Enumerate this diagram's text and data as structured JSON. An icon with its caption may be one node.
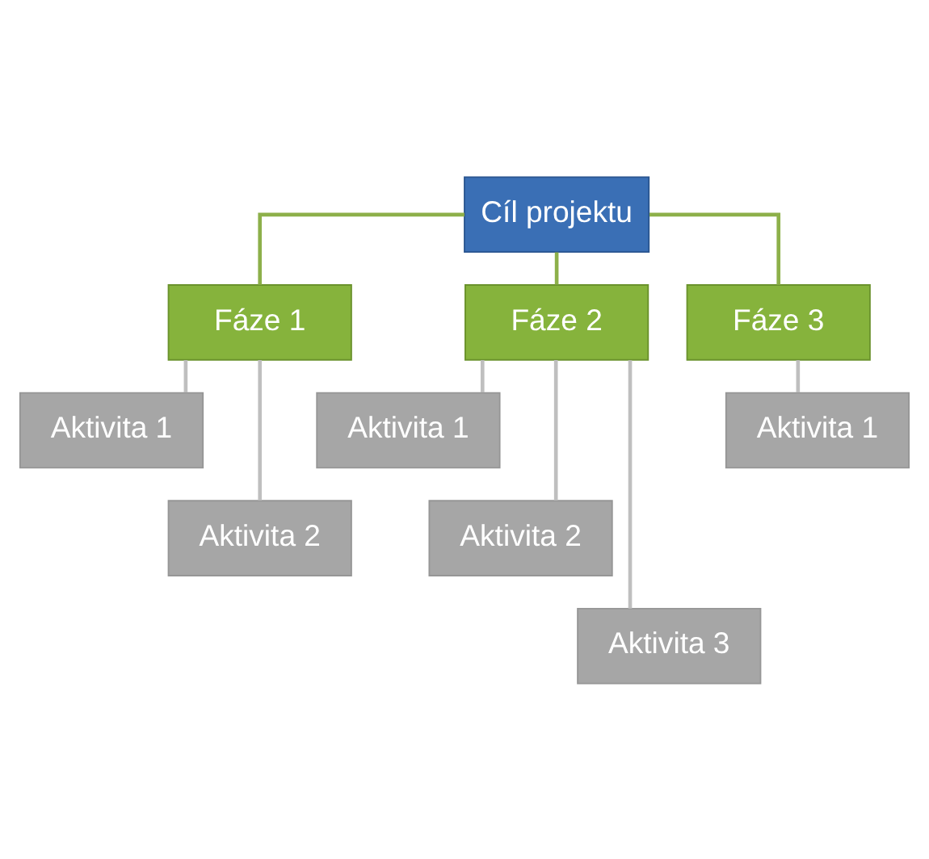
{
  "diagram": {
    "nodes": [
      {
        "text": [
          "Cíl projektu"
        ]
      },
      {
        "text": [
          "Fáze 1"
        ]
      },
      {
        "text": [
          "Fáze 2"
        ]
      },
      {
        "text": [
          "Fáze 3"
        ]
      },
      {
        "text": [
          "Aktivita 1"
        ]
      },
      {
        "text": [
          "Aktivita 2"
        ]
      },
      {
        "text": [
          "Aktivita 1"
        ]
      },
      {
        "text": [
          "Aktivita 2"
        ]
      },
      {
        "text": [
          "Aktivita 3"
        ]
      },
      {
        "text": [
          "Aktivita 1"
        ]
      }
    ],
    "edges": [
      {
        "from": 0,
        "to": 1,
        "arrow": "none",
        "color": "#8db04a"
      },
      {
        "from": 0,
        "to": 2,
        "arrow": "none",
        "color": "#8db04a"
      },
      {
        "from": 0,
        "to": 3,
        "arrow": "none",
        "color": "#8db04a"
      },
      {
        "from": 1,
        "to": 4,
        "arrow": "none"
      },
      {
        "from": 1,
        "to": 5,
        "arrow": "none"
      },
      {
        "from": 2,
        "to": 6,
        "arrow": "none"
      },
      {
        "from": 2,
        "to": 7,
        "arrow": "none"
      },
      {
        "from": 2,
        "to": 8,
        "arrow": "none"
      },
      {
        "from": 3,
        "to": 9,
        "arrow": "none"
      }
    ]
  }
}
